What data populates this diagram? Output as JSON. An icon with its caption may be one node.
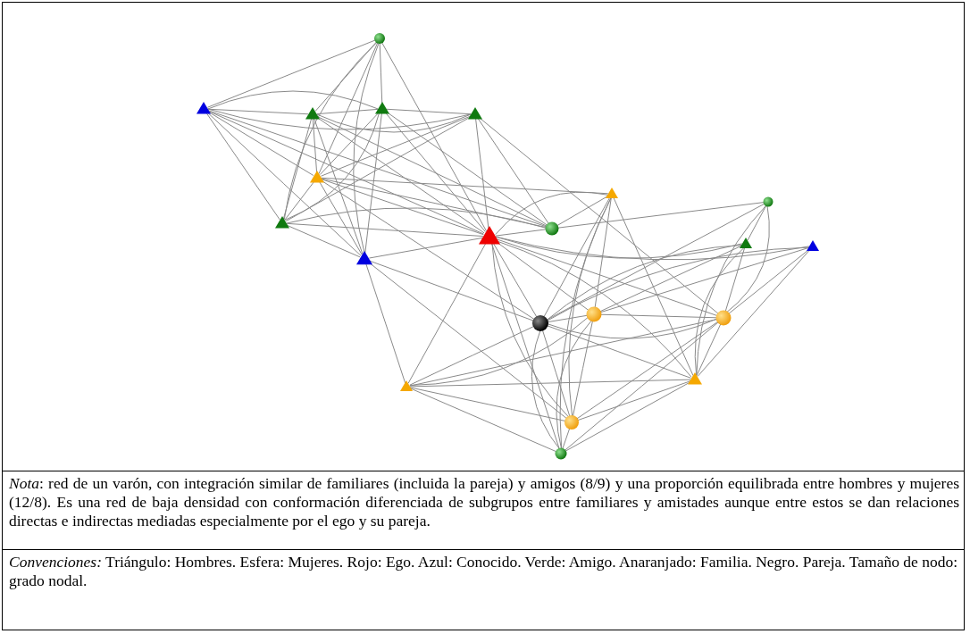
{
  "diagram": {
    "nodes": [
      {
        "text": [],
        "shape": "circle"
      },
      {
        "text": [],
        "shape": "triangle"
      },
      {
        "text": [],
        "shape": "triangle"
      },
      {
        "text": [],
        "shape": "triangle"
      },
      {
        "text": [],
        "shape": "triangle"
      },
      {
        "text": [],
        "shape": "triangle"
      },
      {
        "text": [],
        "shape": "triangle"
      },
      {
        "text": [],
        "shape": "circle"
      },
      {
        "text": [],
        "shape": "triangle"
      },
      {
        "text": [],
        "shape": "circle"
      },
      {
        "text": [],
        "shape": "triangle"
      },
      {
        "text": [],
        "shape": "triangle"
      },
      {
        "text": [],
        "shape": "triangle"
      },
      {
        "text": [],
        "shape": "triangle"
      },
      {
        "text": [],
        "shape": "circle"
      },
      {
        "text": [],
        "shape": "circle"
      },
      {
        "text": [],
        "shape": "circle"
      },
      {
        "text": [],
        "shape": "triangle"
      },
      {
        "text": [],
        "shape": "triangle"
      },
      {
        "text": [],
        "shape": "circle"
      },
      {
        "text": [],
        "shape": "circle"
      }
    ],
    "edges": [
      {
        "from": 0,
        "to": 1,
        "arrow": "none"
      },
      {
        "from": 0,
        "to": 2,
        "arrow": "none"
      },
      {
        "from": 0,
        "to": 3,
        "arrow": "none"
      },
      {
        "from": 0,
        "to": 5,
        "arrow": "none"
      },
      {
        "from": 0,
        "to": 8,
        "arrow": "none"
      },
      {
        "from": 0,
        "to": 13,
        "arrow": "none"
      },
      {
        "from": 0,
        "to": 10,
        "arrow": "none"
      },
      {
        "from": 1,
        "to": 2,
        "arrow": "none"
      },
      {
        "from": 1,
        "to": 3,
        "arrow": "none"
      },
      {
        "from": 1,
        "to": 4,
        "arrow": "none"
      },
      {
        "from": 1,
        "to": 5,
        "arrow": "none"
      },
      {
        "from": 1,
        "to": 8,
        "arrow": "none"
      },
      {
        "from": 1,
        "to": 13,
        "arrow": "none"
      },
      {
        "from": 1,
        "to": 10,
        "arrow": "none"
      },
      {
        "from": 1,
        "to": 9,
        "arrow": "none"
      },
      {
        "from": 2,
        "to": 3,
        "arrow": "none"
      },
      {
        "from": 2,
        "to": 4,
        "arrow": "none"
      },
      {
        "from": 2,
        "to": 5,
        "arrow": "none"
      },
      {
        "from": 2,
        "to": 8,
        "arrow": "none"
      },
      {
        "from": 2,
        "to": 13,
        "arrow": "none"
      },
      {
        "from": 2,
        "to": 10,
        "arrow": "none"
      },
      {
        "from": 2,
        "to": 9,
        "arrow": "none"
      },
      {
        "from": 3,
        "to": 4,
        "arrow": "none"
      },
      {
        "from": 3,
        "to": 5,
        "arrow": "none"
      },
      {
        "from": 3,
        "to": 8,
        "arrow": "none"
      },
      {
        "from": 3,
        "to": 13,
        "arrow": "none"
      },
      {
        "from": 3,
        "to": 10,
        "arrow": "none"
      },
      {
        "from": 3,
        "to": 9,
        "arrow": "none"
      },
      {
        "from": 4,
        "to": 5,
        "arrow": "none"
      },
      {
        "from": 4,
        "to": 8,
        "arrow": "none"
      },
      {
        "from": 4,
        "to": 10,
        "arrow": "none"
      },
      {
        "from": 4,
        "to": 9,
        "arrow": "none"
      },
      {
        "from": 4,
        "to": 16,
        "arrow": "none"
      },
      {
        "from": 5,
        "to": 6,
        "arrow": "none"
      },
      {
        "from": 5,
        "to": 8,
        "arrow": "none"
      },
      {
        "from": 5,
        "to": 9,
        "arrow": "none"
      },
      {
        "from": 5,
        "to": 10,
        "arrow": "none"
      },
      {
        "from": 5,
        "to": 13,
        "arrow": "none"
      },
      {
        "from": 5,
        "to": 14,
        "arrow": "none"
      },
      {
        "from": 8,
        "to": 10,
        "arrow": "none"
      },
      {
        "from": 8,
        "to": 9,
        "arrow": "none"
      },
      {
        "from": 8,
        "to": 13,
        "arrow": "none"
      },
      {
        "from": 13,
        "to": 10,
        "arrow": "none"
      },
      {
        "from": 13,
        "to": 17,
        "arrow": "none"
      },
      {
        "from": 13,
        "to": 14,
        "arrow": "none"
      },
      {
        "from": 13,
        "to": 19,
        "arrow": "none"
      },
      {
        "from": 10,
        "to": 9,
        "arrow": "none"
      },
      {
        "from": 10,
        "to": 6,
        "arrow": "none"
      },
      {
        "from": 10,
        "to": 11,
        "arrow": "none"
      },
      {
        "from": 10,
        "to": 12,
        "arrow": "none"
      },
      {
        "from": 10,
        "to": 14,
        "arrow": "none"
      },
      {
        "from": 10,
        "to": 15,
        "arrow": "none"
      },
      {
        "from": 10,
        "to": 16,
        "arrow": "none"
      },
      {
        "from": 10,
        "to": 17,
        "arrow": "none"
      },
      {
        "from": 10,
        "to": 18,
        "arrow": "none"
      },
      {
        "from": 10,
        "to": 19,
        "arrow": "none"
      },
      {
        "from": 10,
        "to": 20,
        "arrow": "none"
      },
      {
        "from": 6,
        "to": 9,
        "arrow": "none"
      },
      {
        "from": 6,
        "to": 14,
        "arrow": "none"
      },
      {
        "from": 6,
        "to": 15,
        "arrow": "none"
      },
      {
        "from": 6,
        "to": 18,
        "arrow": "none"
      },
      {
        "from": 6,
        "to": 19,
        "arrow": "none"
      },
      {
        "from": 6,
        "to": 20,
        "arrow": "none"
      },
      {
        "from": 7,
        "to": 9,
        "arrow": "none"
      },
      {
        "from": 7,
        "to": 11,
        "arrow": "none"
      },
      {
        "from": 7,
        "to": 14,
        "arrow": "none"
      },
      {
        "from": 7,
        "to": 16,
        "arrow": "none"
      },
      {
        "from": 7,
        "to": 18,
        "arrow": "none"
      },
      {
        "from": 11,
        "to": 14,
        "arrow": "none"
      },
      {
        "from": 11,
        "to": 15,
        "arrow": "none"
      },
      {
        "from": 11,
        "to": 16,
        "arrow": "none"
      },
      {
        "from": 11,
        "to": 18,
        "arrow": "none"
      },
      {
        "from": 12,
        "to": 14,
        "arrow": "none"
      },
      {
        "from": 12,
        "to": 15,
        "arrow": "none"
      },
      {
        "from": 12,
        "to": 16,
        "arrow": "none"
      },
      {
        "from": 12,
        "to": 18,
        "arrow": "none"
      },
      {
        "from": 14,
        "to": 15,
        "arrow": "none"
      },
      {
        "from": 14,
        "to": 16,
        "arrow": "none"
      },
      {
        "from": 14,
        "to": 17,
        "arrow": "none"
      },
      {
        "from": 14,
        "to": 18,
        "arrow": "none"
      },
      {
        "from": 14,
        "to": 19,
        "arrow": "none"
      },
      {
        "from": 14,
        "to": 20,
        "arrow": "none"
      },
      {
        "from": 15,
        "to": 16,
        "arrow": "none"
      },
      {
        "from": 15,
        "to": 17,
        "arrow": "none"
      },
      {
        "from": 15,
        "to": 19,
        "arrow": "none"
      },
      {
        "from": 15,
        "to": 20,
        "arrow": "none"
      },
      {
        "from": 16,
        "to": 17,
        "arrow": "none"
      },
      {
        "from": 16,
        "to": 18,
        "arrow": "none"
      },
      {
        "from": 16,
        "to": 19,
        "arrow": "none"
      },
      {
        "from": 16,
        "to": 20,
        "arrow": "none"
      },
      {
        "from": 17,
        "to": 18,
        "arrow": "none"
      },
      {
        "from": 17,
        "to": 19,
        "arrow": "none"
      },
      {
        "from": 17,
        "to": 20,
        "arrow": "none"
      },
      {
        "from": 18,
        "to": 19,
        "arrow": "none"
      },
      {
        "from": 18,
        "to": 20,
        "arrow": "none"
      },
      {
        "from": 19,
        "to": 20,
        "arrow": "none"
      }
    ],
    "labels": [
      "*Nota*: red de un varón, con integración similar de familiares (incluida la pareja) y amigos (8/9) y una proporción equilibrada entre hombres y mujeres (12/8). Es una red de baja densidad con conformación diferenciada de subgrupos entre familiares y amistades aunque entre estos se dan relaciones directas e indirectas mediadas especialmente por el ego y su pareja.",
      "*Convenciones:* Triángulo: Hombres. Esfera: Mujeres. Rojo: Ego. Azul: Conocido. Verde: Amigo. Anaranjado: Familia. Negro. Pareja. Tamaño de nodo: grado nodal."
    ]
  }
}
